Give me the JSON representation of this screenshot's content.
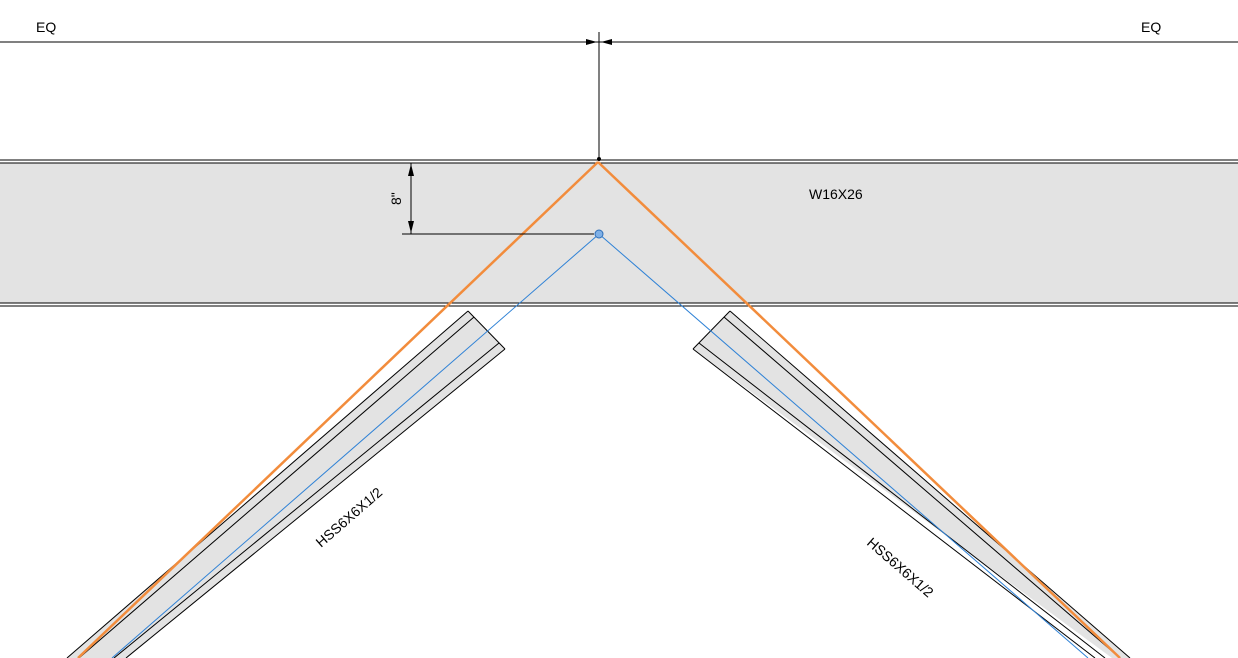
{
  "dimensions": {
    "left_label": "EQ",
    "right_label": "EQ",
    "vertical_offset": "8\""
  },
  "members": {
    "beam_label": "W16X26",
    "brace_left_label": "HSS6X6X1/2",
    "brace_right_label": "HSS6X6X1/2"
  },
  "colors": {
    "member_fill": "#e3e3e3",
    "outline": "#000000",
    "brace_line": "#f28c3c",
    "center_line": "#2f82d6",
    "work_point": "#7fb0e6"
  }
}
